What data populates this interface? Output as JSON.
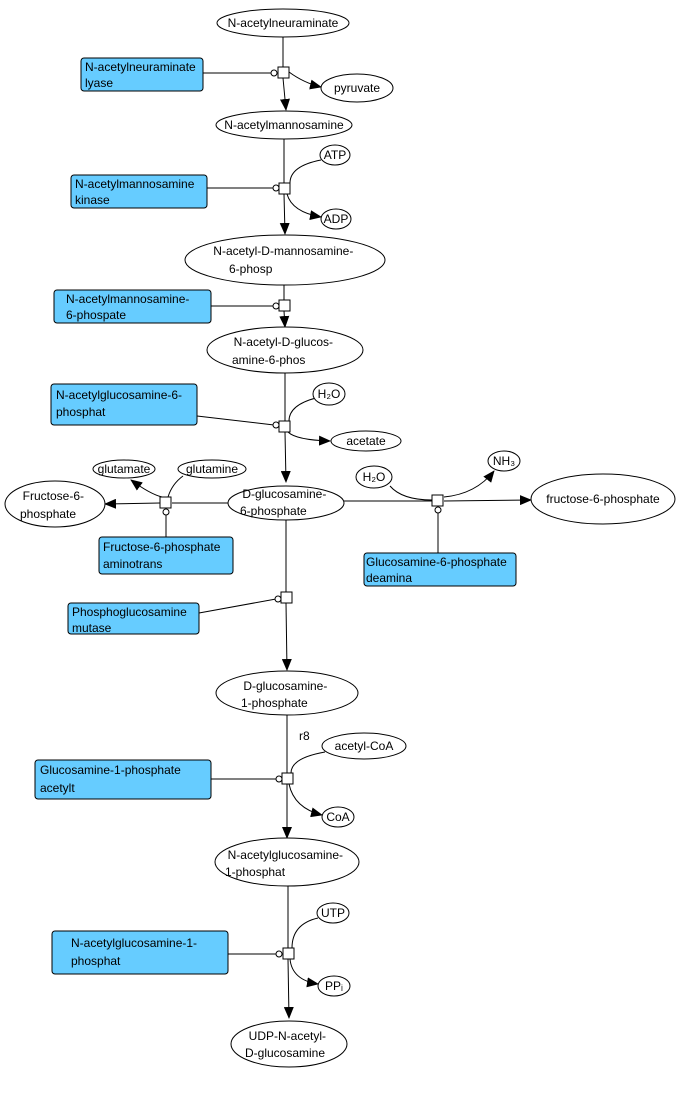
{
  "nodes": {
    "neu5ac": [
      "N-acetylneuraminate"
    ],
    "pyruvate": [
      "pyruvate"
    ],
    "mannac": [
      "N-acetylmannosamine"
    ],
    "atp": [
      "ATP"
    ],
    "adp": [
      "ADP"
    ],
    "mannac6p": [
      "N-acetyl-D-mannosamine-",
      "6-phosp"
    ],
    "glcnac6p": [
      "N-acetyl-D-glucos-",
      "amine-6-phos"
    ],
    "h2o_a": [
      "H₂O"
    ],
    "acetate": [
      "acetate"
    ],
    "glutamate": [
      "glutamate"
    ],
    "glutamine": [
      "glutamine"
    ],
    "f6p_left": [
      "Fructose-6-",
      "phosphate"
    ],
    "glcn6p": [
      "D-glucosamine-",
      "6-phosphate"
    ],
    "h2o_b": [
      "H₂O"
    ],
    "nh3": [
      "NH₃"
    ],
    "f6p_right": [
      "fructose-6-phosphate"
    ],
    "glcn1p": [
      "D-glucosamine-",
      "1-phosphate"
    ],
    "acetylcoa": [
      "acetyl-CoA"
    ],
    "coa": [
      "CoA"
    ],
    "glcnac1p": [
      "N-acetylglucosamine-",
      "1-phosphat"
    ],
    "utp": [
      "UTP"
    ],
    "ppi": [
      "PPᵢ"
    ],
    "udpglcnac": [
      "UDP-N-acetyl-",
      "D-glucosamine"
    ]
  },
  "enzymes": {
    "lyase": [
      "N-acetylneuraminate",
      "lyase"
    ],
    "kinase": [
      "N-acetylmannosamine",
      "kinase"
    ],
    "epimerase": [
      "N-acetylmannosamine-",
      "6-phospate"
    ],
    "deacetylase": [
      "N-acetylglucosamine-6-",
      "phosphat"
    ],
    "aminotrans": [
      "Fructose-6-phosphate",
      "aminotrans"
    ],
    "deamina": [
      "Glucosamine-6-phosphate",
      "deamina"
    ],
    "mutase": [
      "Phosphoglucosamine",
      "mutase"
    ],
    "acetylt": [
      "Glucosamine-1-phosphate",
      "acetylt"
    ],
    "uridylyl": [
      "N-acetylglucosamine-1-",
      "phosphat"
    ]
  },
  "labels": {
    "r8": "r8"
  },
  "colors": {
    "enzyme_fill": "#66ccff",
    "stroke": "#000000",
    "background": "#ffffff"
  }
}
